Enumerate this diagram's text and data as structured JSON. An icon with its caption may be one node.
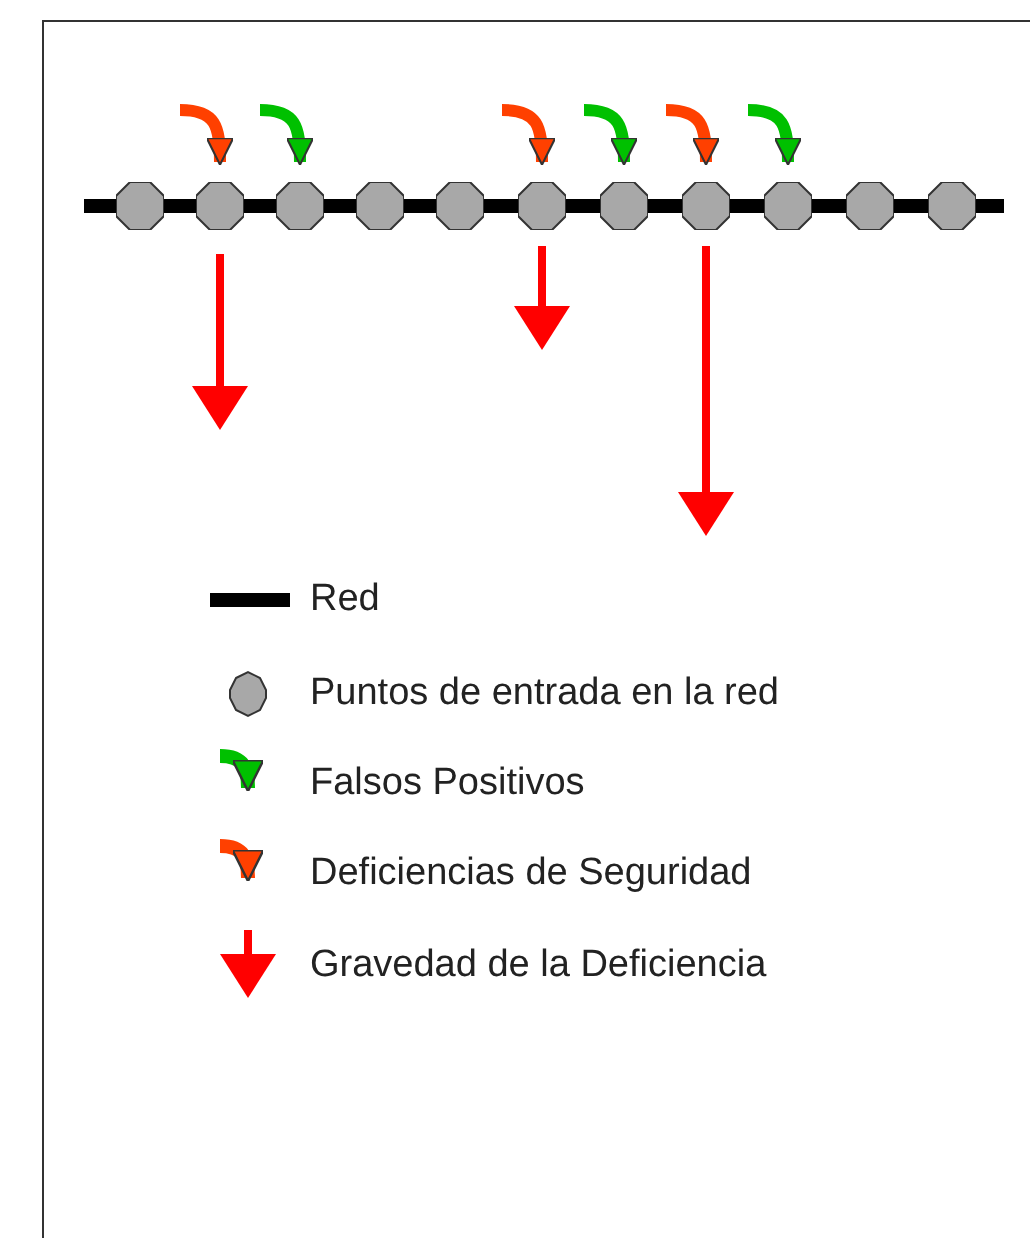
{
  "diagram": {
    "nodes": [
      {
        "text": [],
        "shape": "circle"
      },
      {
        "text": [],
        "shape": "circle"
      },
      {
        "text": [],
        "shape": "circle"
      },
      {
        "text": [],
        "shape": "circle"
      },
      {
        "text": [],
        "shape": "circle"
      },
      {
        "text": [],
        "shape": "circle"
      },
      {
        "text": [],
        "shape": "circle"
      },
      {
        "text": [],
        "shape": "circle"
      },
      {
        "text": [],
        "shape": "circle"
      },
      {
        "text": [],
        "shape": "circle"
      },
      {
        "text": [],
        "shape": "circle"
      }
    ],
    "edges": [
      {
        "from": null,
        "to": 1,
        "arrow": "to",
        "color": "#ff4000"
      },
      {
        "from": null,
        "to": 2,
        "arrow": "to",
        "color": "#00c000"
      },
      {
        "from": null,
        "to": 5,
        "arrow": "to",
        "color": "#ff4000"
      },
      {
        "from": null,
        "to": 6,
        "arrow": "to",
        "color": "#00c000"
      },
      {
        "from": null,
        "to": 7,
        "arrow": "to",
        "color": "#ff4000"
      },
      {
        "from": null,
        "to": 8,
        "arrow": "to",
        "color": "#00c000"
      }
    ],
    "legend": [
      {
        "text": "Red"
      },
      {
        "text": "Puntos de entrada en la red"
      },
      {
        "text": "Falsos Positivos"
      },
      {
        "text": "Deficiencias de Seguridad"
      },
      {
        "text": "Gravedad de la Deficiencia"
      }
    ]
  }
}
